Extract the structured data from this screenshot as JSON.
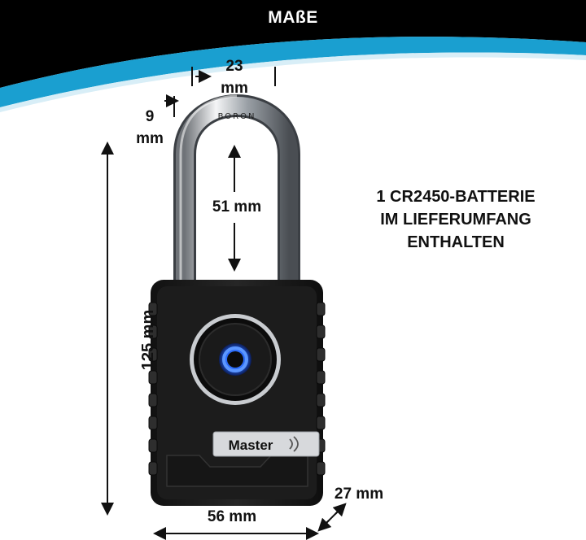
{
  "header": {
    "title": "MAßE",
    "colors": {
      "band": "#000000",
      "accent": "#1a9fd0"
    }
  },
  "dimensions": {
    "shackle_width": {
      "value": "23",
      "unit": "mm"
    },
    "shackle_thickness": {
      "value": "9",
      "unit": "mm"
    },
    "shackle_clearance": "51 mm",
    "total_height": "125 mm",
    "body_width": "56 mm",
    "body_depth": "27 mm"
  },
  "battery_note": {
    "lines": [
      "1 CR2450-BATTERIE",
      "IM LIEFERUMFANG",
      "ENTHALTEN"
    ]
  },
  "product": {
    "shackle_engraving": "BORON",
    "brand_label": "Master",
    "icon": "bluetooth-button-icon",
    "led_color": "#2a6cff"
  }
}
